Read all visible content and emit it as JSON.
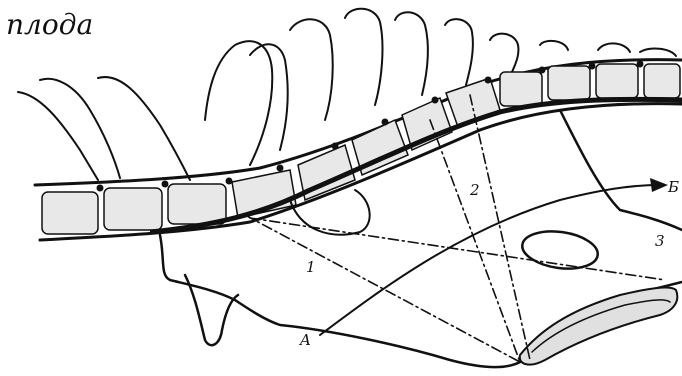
{
  "figure": {
    "caption_handwritten": "плода",
    "labels": {
      "A": "A",
      "B": "Б",
      "one": "1",
      "two": "2",
      "three": "3"
    },
    "colors": {
      "ink": "#111111",
      "paper": "#ffffff"
    }
  }
}
